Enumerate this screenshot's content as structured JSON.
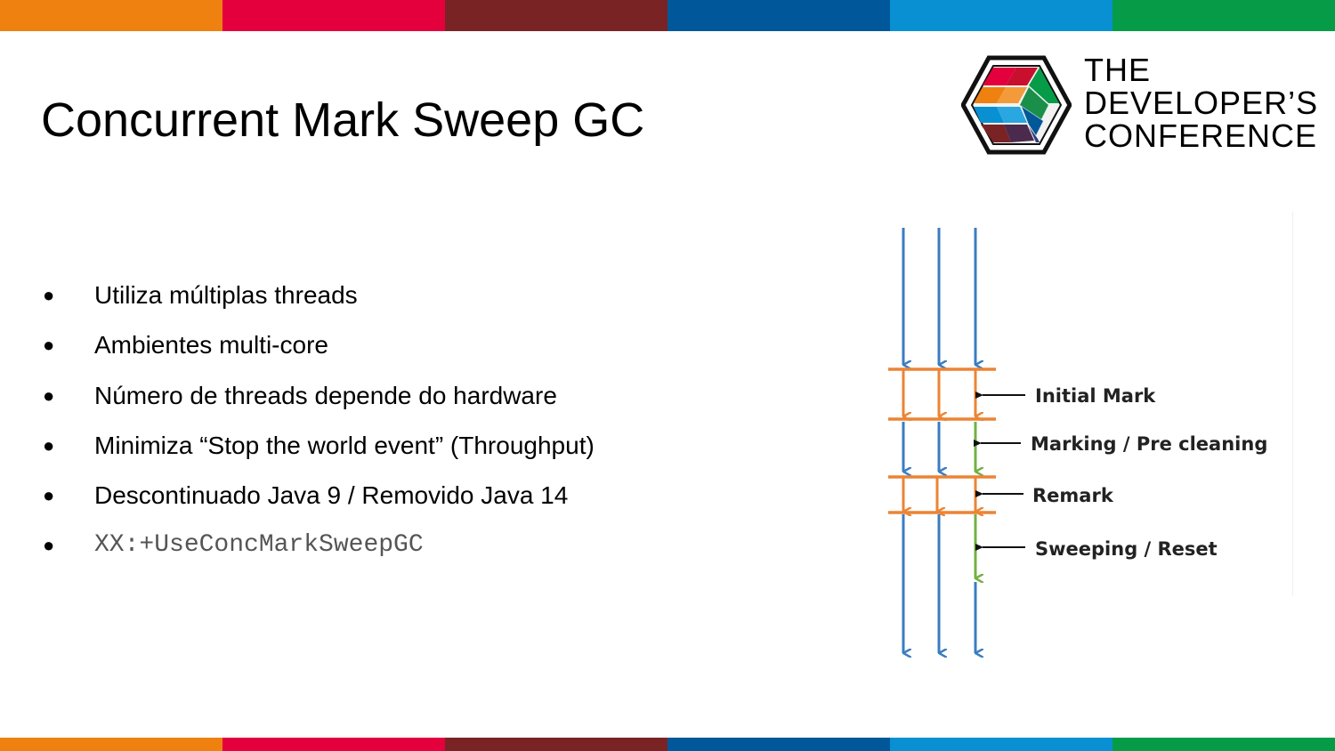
{
  "slide": {
    "title": "Concurrent Mark Sweep GC"
  },
  "brand": {
    "stripe_colors": [
      "#ee8110",
      "#e4003d",
      "#7a2325",
      "#00579a",
      "#0890d2",
      "#069b47"
    ],
    "logo_lines": [
      "THE",
      "DEVELOPER’S",
      "CONFERENCE"
    ]
  },
  "bullets": [
    {
      "text": "Utiliza múltiplas threads"
    },
    {
      "text": "Ambientes multi-core"
    },
    {
      "text": "Número de threads depende do hardware"
    },
    {
      "text": "Minimiza “Stop the world event” (Throughput)"
    },
    {
      "text": "Descontinuado Java 9 / Removido Java 14"
    },
    {
      "text": "XX:+UseConcMarkSweepGC"
    }
  ],
  "bullet_glyph": "●",
  "diagram": {
    "colors": {
      "thread": "#3a7dc2",
      "pause": "#ec8435",
      "concurrent": "#72b043"
    },
    "phases": [
      "Initial Mark",
      "Marking / Pre cleaning",
      "Remark",
      "Sweeping / Reset"
    ]
  }
}
